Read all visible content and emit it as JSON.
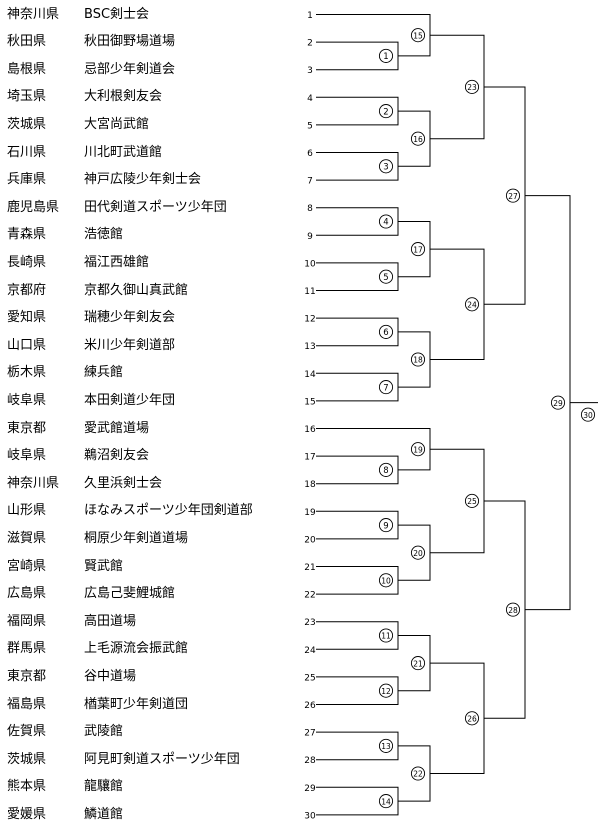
{
  "teams": [
    {
      "seed": "1",
      "prefecture": "神奈川県",
      "club": "BSC剣士会"
    },
    {
      "seed": "2",
      "prefecture": "秋田県",
      "club": "秋田御野場道場"
    },
    {
      "seed": "3",
      "prefecture": "島根県",
      "club": "忌部少年剣道会"
    },
    {
      "seed": "4",
      "prefecture": "埼玉県",
      "club": "大利根剣友会"
    },
    {
      "seed": "5",
      "prefecture": "茨城県",
      "club": "大宮尚武館"
    },
    {
      "seed": "6",
      "prefecture": "石川県",
      "club": "川北町武道館"
    },
    {
      "seed": "7",
      "prefecture": "兵庫県",
      "club": "神戸広陵少年剣士会"
    },
    {
      "seed": "8",
      "prefecture": "鹿児島県",
      "club": "田代剣道スポーツ少年団"
    },
    {
      "seed": "9",
      "prefecture": "青森県",
      "club": "浩徳館"
    },
    {
      "seed": "10",
      "prefecture": "長崎県",
      "club": "福江西雄館"
    },
    {
      "seed": "11",
      "prefecture": "京都府",
      "club": "京都久御山真武館"
    },
    {
      "seed": "12",
      "prefecture": "愛知県",
      "club": "瑞穂少年剣友会"
    },
    {
      "seed": "13",
      "prefecture": "山口県",
      "club": "米川少年剣道部"
    },
    {
      "seed": "14",
      "prefecture": "栃木県",
      "club": "練兵館"
    },
    {
      "seed": "15",
      "prefecture": "岐阜県",
      "club": "本田剣道少年団"
    },
    {
      "seed": "16",
      "prefecture": "東京都",
      "club": "愛武館道場"
    },
    {
      "seed": "17",
      "prefecture": "岐阜県",
      "club": "鵜沼剣友会"
    },
    {
      "seed": "18",
      "prefecture": "神奈川県",
      "club": "久里浜剣士会"
    },
    {
      "seed": "19",
      "prefecture": "山形県",
      "club": "ほなみスポーツ少年団剣道部"
    },
    {
      "seed": "20",
      "prefecture": "滋賀県",
      "club": "桐原少年剣道道場"
    },
    {
      "seed": "21",
      "prefecture": "宮崎県",
      "club": "賢武館"
    },
    {
      "seed": "22",
      "prefecture": "広島県",
      "club": "広島己斐鯉城館"
    },
    {
      "seed": "23",
      "prefecture": "福岡県",
      "club": "高田道場"
    },
    {
      "seed": "24",
      "prefecture": "群馬県",
      "club": "上毛源流会振武館"
    },
    {
      "seed": "25",
      "prefecture": "東京都",
      "club": "谷中道場"
    },
    {
      "seed": "26",
      "prefecture": "福島県",
      "club": "楢葉町少年剣道団"
    },
    {
      "seed": "27",
      "prefecture": "佐賀県",
      "club": "武陵館"
    },
    {
      "seed": "28",
      "prefecture": "茨城県",
      "club": "阿見町剣道スポーツ少年団"
    },
    {
      "seed": "29",
      "prefecture": "熊本県",
      "club": "龍驤館"
    },
    {
      "seed": "30",
      "prefecture": "愛媛県",
      "club": "鱗道館"
    }
  ],
  "matches": [
    {
      "label": "1",
      "a": "t2",
      "b": "t3"
    },
    {
      "label": "2",
      "a": "t4",
      "b": "t5"
    },
    {
      "label": "3",
      "a": "t6",
      "b": "t7"
    },
    {
      "label": "4",
      "a": "t8",
      "b": "t9"
    },
    {
      "label": "5",
      "a": "t10",
      "b": "t11"
    },
    {
      "label": "6",
      "a": "t12",
      "b": "t13"
    },
    {
      "label": "7",
      "a": "t14",
      "b": "t15"
    },
    {
      "label": "8",
      "a": "t17",
      "b": "t18"
    },
    {
      "label": "9",
      "a": "t19",
      "b": "t20"
    },
    {
      "label": "10",
      "a": "t21",
      "b": "t22"
    },
    {
      "label": "11",
      "a": "t23",
      "b": "t24"
    },
    {
      "label": "12",
      "a": "t25",
      "b": "t26"
    },
    {
      "label": "13",
      "a": "t27",
      "b": "t28"
    },
    {
      "label": "14",
      "a": "t29",
      "b": "t30"
    },
    {
      "label": "15",
      "a": "t1",
      "b": "m1"
    },
    {
      "label": "16",
      "a": "m2",
      "b": "m3"
    },
    {
      "label": "17",
      "a": "m4",
      "b": "m5"
    },
    {
      "label": "18",
      "a": "m6",
      "b": "m7"
    },
    {
      "label": "19",
      "a": "t16",
      "b": "m8"
    },
    {
      "label": "20",
      "a": "m9",
      "b": "m10"
    },
    {
      "label": "21",
      "a": "m11",
      "b": "m12"
    },
    {
      "label": "22",
      "a": "m13",
      "b": "m14"
    },
    {
      "label": "23",
      "a": "m15",
      "b": "m16"
    },
    {
      "label": "24",
      "a": "m17",
      "b": "m18"
    },
    {
      "label": "25",
      "a": "m19",
      "b": "m20"
    },
    {
      "label": "26",
      "a": "m21",
      "b": "m22"
    },
    {
      "label": "27",
      "a": "m23",
      "b": "m24"
    },
    {
      "label": "28",
      "a": "m25",
      "b": "m26"
    },
    {
      "label": "29",
      "a": "m27",
      "b": "m28"
    },
    {
      "label": "30",
      "a": "m29",
      "b": "final"
    }
  ]
}
